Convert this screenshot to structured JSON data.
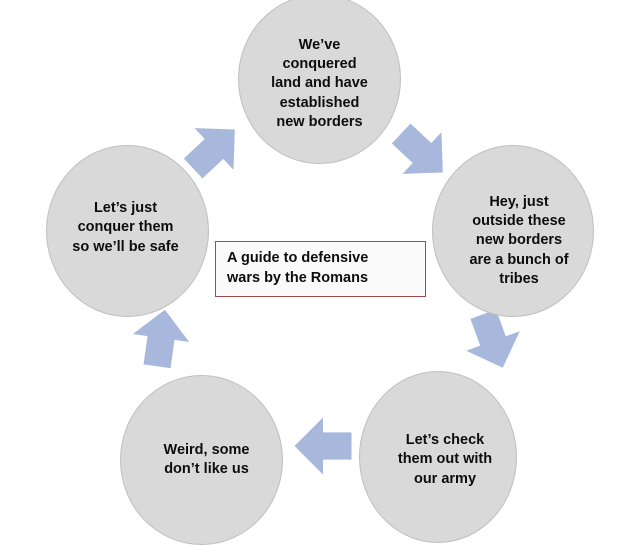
{
  "diagram": {
    "kind": "cycle-diagram",
    "center_title": "A guide to defensive\nwars by the Romans",
    "colors": {
      "node_fill": "#d9d9d9",
      "node_border": "#bfbfbf",
      "arrow_fill": "#a8b8dd",
      "center_border": "#9c4a4a",
      "center_fill": "#fafafa",
      "text": "#0d0d0d",
      "background": "#ffffff"
    },
    "nodes": [
      {
        "id": "top",
        "position": "top",
        "order": 1,
        "text": "We’ve\nconquered\nland and have\nestablished\nnew borders"
      },
      {
        "id": "right",
        "position": "right",
        "order": 2,
        "text": "Hey, just\noutside these\nnew borders\nare a bunch of\ntribes"
      },
      {
        "id": "bottom-right",
        "position": "bottom-right",
        "order": 3,
        "text": "Let’s check\nthem out with\nour army"
      },
      {
        "id": "bottom-left",
        "position": "bottom-left",
        "order": 4,
        "text": "Weird, some\ndon’t like us"
      },
      {
        "id": "left",
        "position": "left",
        "order": 5,
        "text": "Let’s just\nconquer them\nso we’ll be safe"
      }
    ],
    "arrows": [
      {
        "id": "left-to-top",
        "from": "left",
        "to": "top",
        "direction": "up-right",
        "icon": "arrow-up-right-icon"
      },
      {
        "id": "top-to-right",
        "from": "top",
        "to": "right",
        "direction": "down-right",
        "icon": "arrow-down-right-icon"
      },
      {
        "id": "right-to-br",
        "from": "right",
        "to": "bottom-right",
        "direction": "down-left",
        "icon": "arrow-down-left-icon"
      },
      {
        "id": "br-to-bl",
        "from": "bottom-right",
        "to": "bottom-left",
        "direction": "left",
        "icon": "arrow-left-icon"
      },
      {
        "id": "bl-to-left",
        "from": "bottom-left",
        "to": "left",
        "direction": "up",
        "icon": "arrow-up-icon"
      }
    ]
  }
}
